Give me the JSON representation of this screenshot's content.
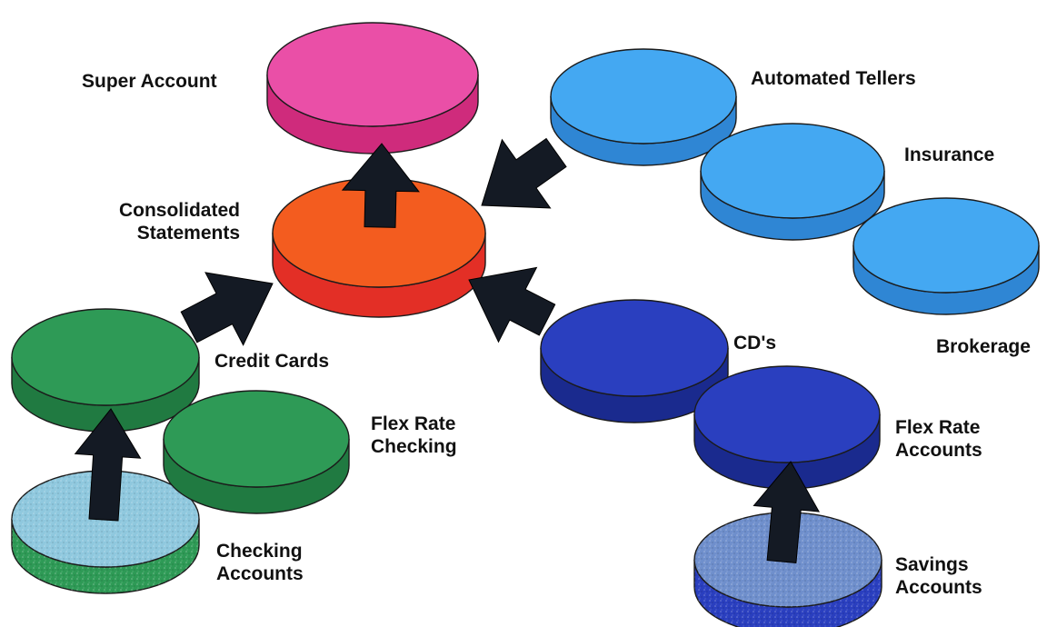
{
  "nodes": [
    {
      "id": "super-account",
      "lines": [
        "Super Account"
      ],
      "top": "#ea4fa7",
      "side": "#cf2b7c",
      "texture": false
    },
    {
      "id": "automated-tellers",
      "lines": [
        "Automated Tellers"
      ],
      "top": "#44a8f2",
      "side": "#2f86d4",
      "texture": false
    },
    {
      "id": "insurance",
      "lines": [
        "Insurance"
      ],
      "top": "#44a8f2",
      "side": "#2f86d4",
      "texture": false
    },
    {
      "id": "brokerage",
      "lines": [
        "Brokerage"
      ],
      "top": "#44a8f2",
      "side": "#2f86d4",
      "texture": false
    },
    {
      "id": "consolidated-statements",
      "lines": [
        "Consolidated",
        "Statements"
      ],
      "top": "#f35c1f",
      "side": "#e32f26",
      "texture": false
    },
    {
      "id": "credit-cards",
      "lines": [
        "Credit Cards"
      ],
      "top": "#2e9a56",
      "side": "#207a41",
      "texture": false
    },
    {
      "id": "flex-rate-checking",
      "lines": [
        "Flex Rate",
        "Checking"
      ],
      "top": "#2e9a56",
      "side": "#207a41",
      "texture": false
    },
    {
      "id": "checking-accounts",
      "lines": [
        "Checking",
        "Accounts"
      ],
      "top": "#8fc8de",
      "side": "#2e9a56",
      "texture": true
    },
    {
      "id": "cds",
      "lines": [
        "CD's"
      ],
      "top": "#2a3fbf",
      "side": "#1a2a8e",
      "texture": false
    },
    {
      "id": "flex-rate-accounts",
      "lines": [
        "Flex Rate",
        "Accounts"
      ],
      "top": "#2a3fbf",
      "side": "#1a2a8e",
      "texture": false
    },
    {
      "id": "savings-accounts",
      "lines": [
        "Savings",
        "Accounts"
      ],
      "top": "#6f8fcc",
      "side": "#2a3fbf",
      "texture": true
    }
  ],
  "flows": [
    {
      "from": "consolidated-statements",
      "to": "super-account"
    },
    {
      "from": "automated-tellers",
      "to": "consolidated-statements"
    },
    {
      "from": "credit-cards",
      "to": "consolidated-statements"
    },
    {
      "from": "cds",
      "to": "consolidated-statements"
    },
    {
      "from": "checking-accounts",
      "to": "credit-cards"
    },
    {
      "from": "savings-accounts",
      "to": "flex-rate-accounts"
    }
  ],
  "arrow_color": "#141a24"
}
